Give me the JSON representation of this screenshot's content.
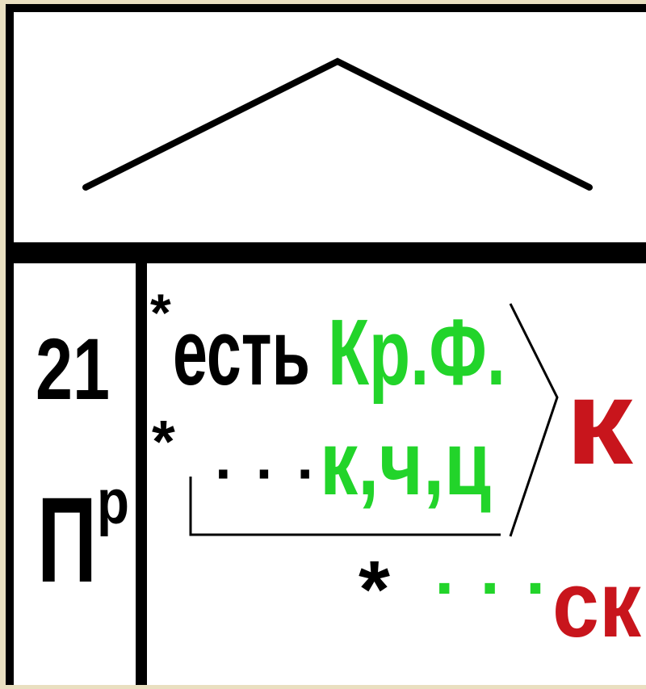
{
  "rule_number": "21",
  "rule_code": {
    "letter": "П",
    "superscript": "р"
  },
  "rows": [
    {
      "marker": "*",
      "keyword": "есть",
      "condition": "Кр.Ф."
    },
    {
      "marker": "*",
      "dots": "· · ·",
      "letters": "к,ч,ц"
    },
    {
      "marker": "*",
      "dots": "· · ·",
      "ending": "ск"
    }
  ],
  "result": "к",
  "colors": {
    "background": "#e9dfc0",
    "panel": "#ffffff",
    "ink": "#000000",
    "green": "#22d42a",
    "red": "#c8151c"
  }
}
